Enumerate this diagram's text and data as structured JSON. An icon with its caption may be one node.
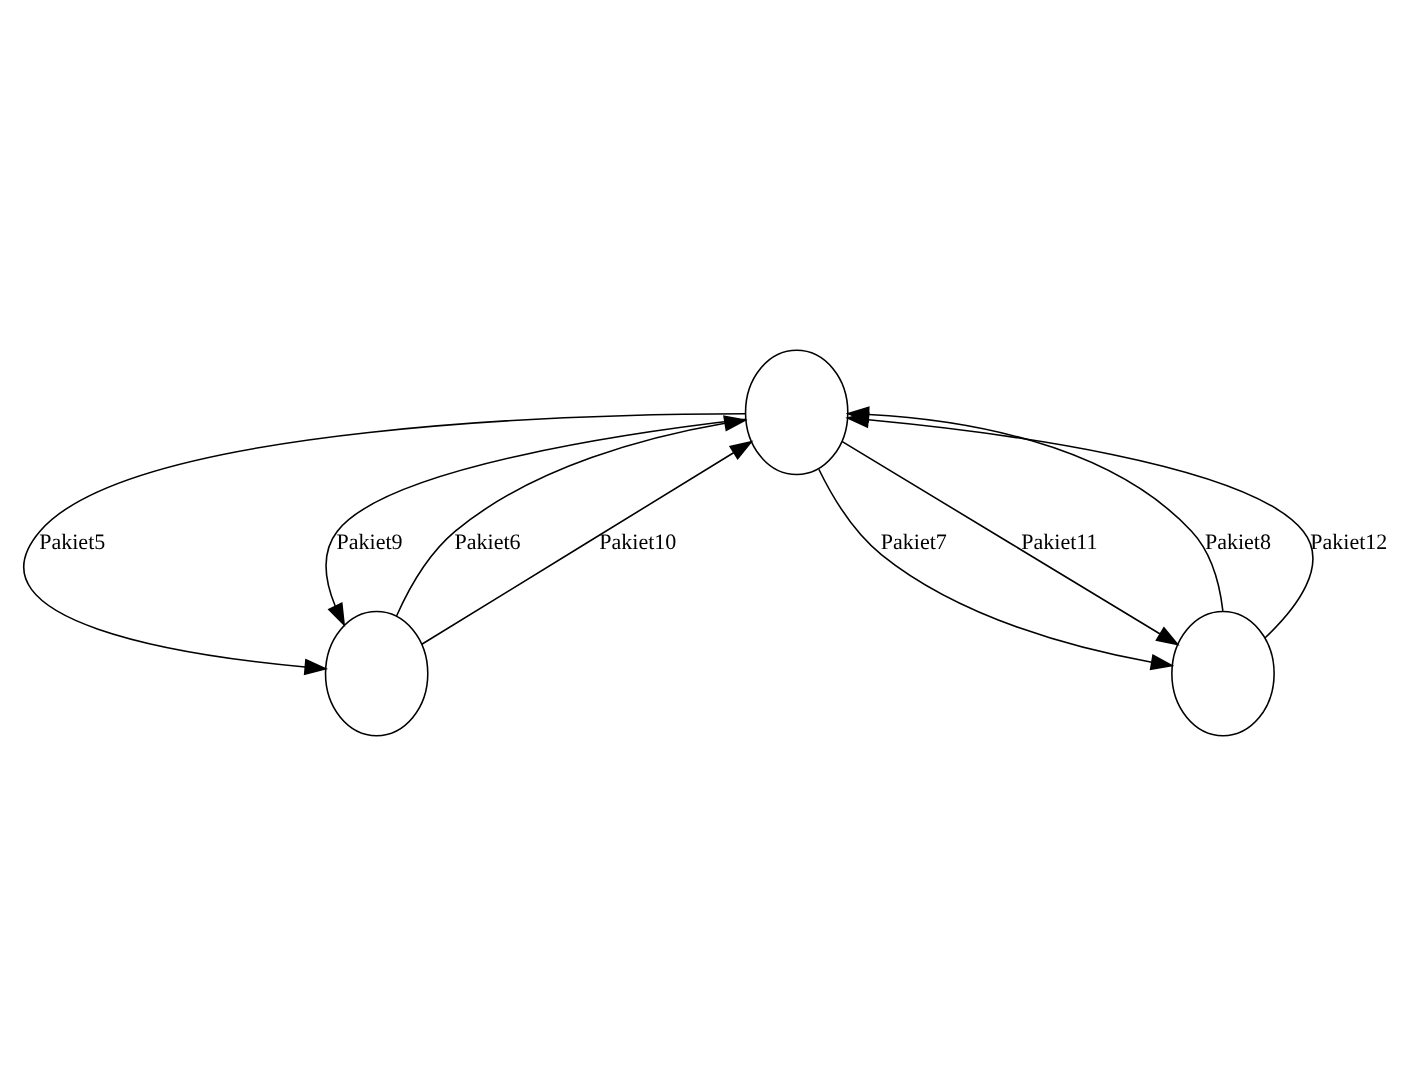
{
  "diagram": {
    "nodes": [
      {
        "text": [],
        "shape": "circle"
      },
      {
        "text": [],
        "shape": "circle"
      },
      {
        "text": [],
        "shape": "circle"
      }
    ],
    "edges": [
      {
        "from": 0,
        "to": 1,
        "arrow": "to",
        "label": "Pakiet5"
      },
      {
        "from": 1,
        "to": 0,
        "arrow": "to",
        "label": "Pakiet6"
      },
      {
        "from": 0,
        "to": 2,
        "arrow": "to",
        "label": "Pakiet7"
      },
      {
        "from": 2,
        "to": 0,
        "arrow": "to",
        "label": "Pakiet8"
      },
      {
        "from": 0,
        "to": 1,
        "arrow": "to",
        "label": "Pakiet9"
      },
      {
        "from": 1,
        "to": 0,
        "arrow": "to",
        "label": "Pakiet10"
      },
      {
        "from": 0,
        "to": 2,
        "arrow": "to",
        "label": "Pakiet11"
      },
      {
        "from": 2,
        "to": 0,
        "arrow": "to",
        "label": "Pakiet12"
      }
    ]
  }
}
